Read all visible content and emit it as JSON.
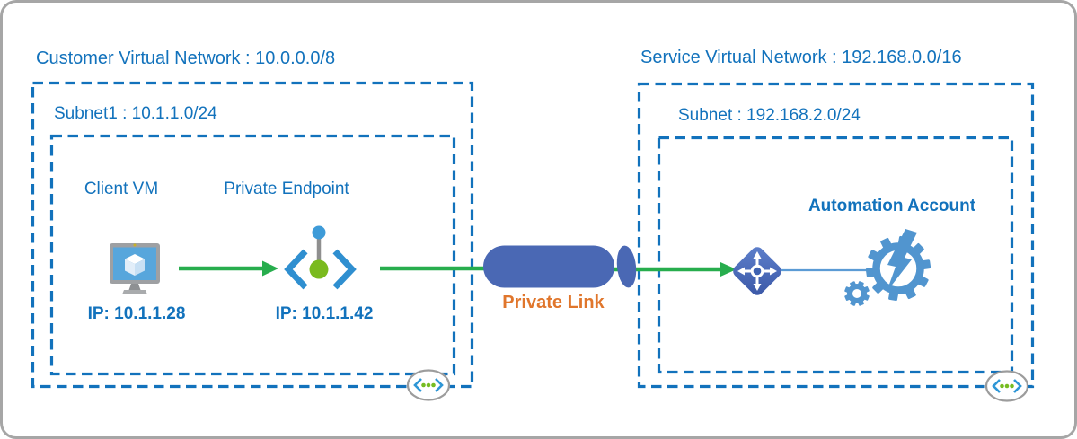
{
  "diagram": {
    "customer_vnet": {
      "title": "Customer Virtual Network : 10.0.0.0/8",
      "subnet": {
        "label": "Subnet1 : 10.1.1.0/24",
        "client_vm": {
          "label": "Client VM",
          "ip": "IP: 10.1.1.28"
        },
        "private_endpoint": {
          "label": "Private Endpoint",
          "ip": "IP: 10.1.1.42"
        }
      }
    },
    "private_link": {
      "label": "Private Link"
    },
    "service_vnet": {
      "title": "Service Virtual Network : 192.168.0.0/16",
      "subnet": {
        "label": "Subnet : 192.168.2.0/24",
        "automation_account": {
          "label": "Automation Account"
        }
      }
    },
    "icons": {
      "client_vm": "monitor-with-azure-cube",
      "private_endpoint": "angle-brackets-with-stem-and-dot",
      "private_link": "horizontal-blue-cylinder",
      "network_interface": "blue-diamond-cross-arrows",
      "automation_account": "gear-with-lightning-bolt-and-small-gear",
      "virtual_network_badge": "oval-with-chevrons-and-green-dots"
    },
    "colors": {
      "border_blue": "#1272bc",
      "text_blue": "#1272bc",
      "arrow_green": "#27ad4d",
      "cylinder_blue": "#4a68b4",
      "link_label_orange": "#e0762c",
      "gear_blue": "#5195cf",
      "diamond_blue": "#3e62b2",
      "thin_line_blue": "#5b9bd5",
      "frame_gray": "#a6a6a6"
    }
  }
}
